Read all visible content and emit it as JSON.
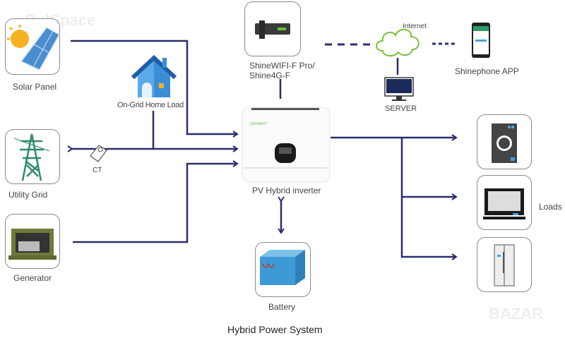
{
  "title": "Hybrid Power System",
  "watermarks": {
    "top_left": "BulSpace",
    "bottom_right": "BAZAR"
  },
  "sources": {
    "solar": {
      "label": "Solar Panel",
      "icon": "solar-panel-icon"
    },
    "grid": {
      "label": "Utility Grid",
      "icon": "power-tower-icon"
    },
    "generator": {
      "label": "Generator",
      "icon": "generator-icon"
    }
  },
  "home_load": {
    "label": "On-Grid Home Load",
    "icon": "house-icon"
  },
  "ct": {
    "label": "CT",
    "icon": "ct-sensor-icon"
  },
  "inverter": {
    "label": "PV Hybrid inverter",
    "icon": "inverter-icon"
  },
  "monitor": {
    "label_line1": "ShineWIFI-F Pro/",
    "label_line2": "Shine4G-F",
    "icon": "wifi-dongle-icon"
  },
  "internet": {
    "label": "Internet",
    "icon": "cloud-icon"
  },
  "server": {
    "label": "SERVER",
    "icon": "monitor-icon"
  },
  "app": {
    "label": "Shinephone APP",
    "icon": "smartphone-icon"
  },
  "battery": {
    "label": "Battery",
    "icon": "battery-icon"
  },
  "loads": {
    "label": "Loads",
    "items": [
      "Washing machine",
      "TV",
      "Refrigerator"
    ]
  },
  "colors": {
    "line": "#2b2d6e",
    "cloud": "#7bbf3e",
    "grid_tower": "#2e8b6a",
    "house": "#3b8ed6"
  }
}
